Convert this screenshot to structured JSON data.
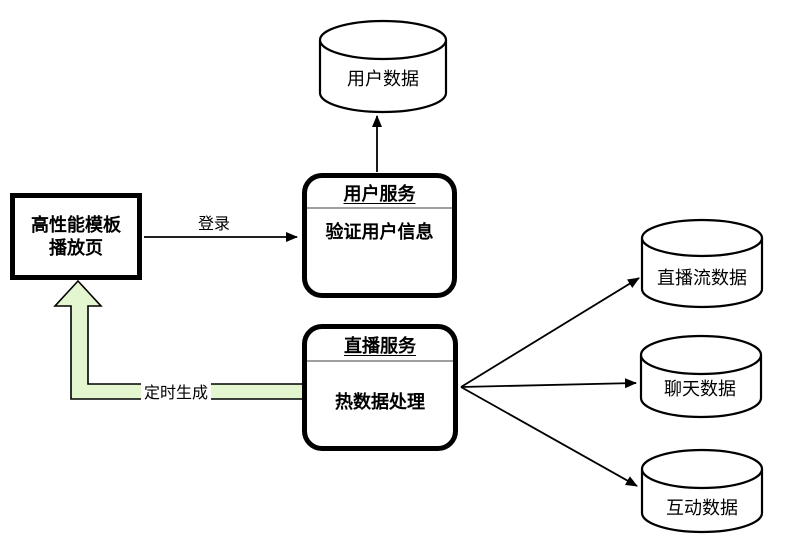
{
  "diagram": {
    "playback_page": {
      "line1": "高性能模板",
      "line2": "播放页"
    },
    "user_service": {
      "title": "用户服务",
      "body": "验证用户信息"
    },
    "live_service": {
      "title": "直播服务",
      "body": "热数据处理"
    },
    "databases": {
      "user": "用户数据",
      "stream": "直播流数据",
      "chat": "聊天数据",
      "interaction": "互动数据"
    },
    "edges": {
      "login": "登录",
      "scheduled": "定时生成"
    },
    "colors": {
      "line": "#000000",
      "highlight_arrow_fill": "#e3f6cf",
      "divider": "#9e9e9e",
      "background": "#ffffff"
    }
  }
}
